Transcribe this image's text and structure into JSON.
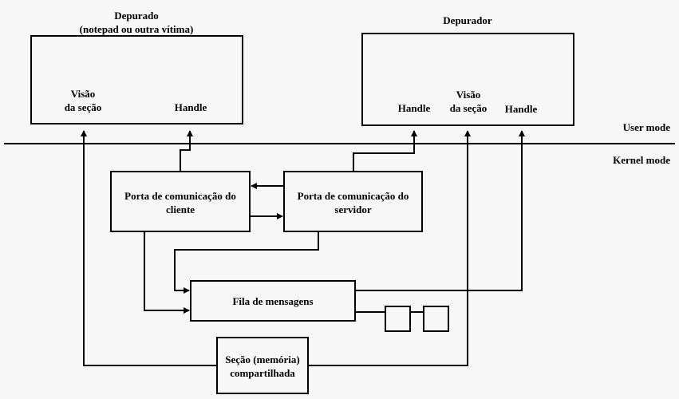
{
  "debuggee": {
    "title": "Depurado",
    "subtitle": "(notepad ou outra vítima)",
    "section_view": [
      "Visão",
      "da seção"
    ],
    "handle": "Handle"
  },
  "debugger": {
    "title": "Depurador",
    "handle_left": "Handle",
    "section_view": [
      "Visão",
      "da seção"
    ],
    "handle_right": "Handle"
  },
  "modes": {
    "user": "User mode",
    "kernel": "Kernel mode"
  },
  "client_port": [
    "Porta de comunicação do",
    "cliente"
  ],
  "server_port": [
    "Porta de comunicação do",
    "servidor"
  ],
  "message_queue": "Fila de mensagens",
  "shared_section": [
    "Seção (memória)",
    "compartilhada"
  ]
}
